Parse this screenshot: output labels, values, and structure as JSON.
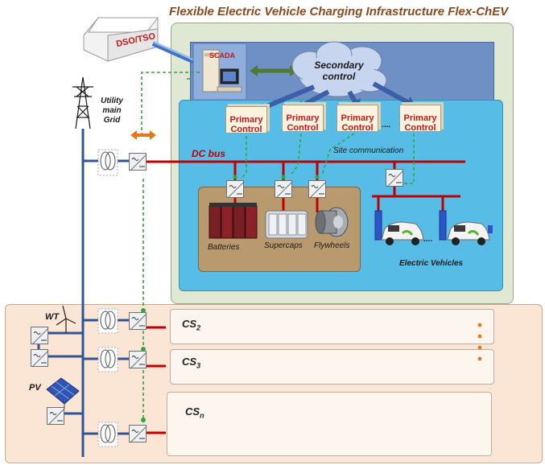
{
  "title": "Flexible Electric Vehicle Charging Infrastructure  Flex-ChEV",
  "labels": {
    "dso_tso": "DSO/TSO",
    "scada": "SCADA",
    "secondary_control": "Secondary control",
    "utility_grid": "Utility main Grid",
    "primary_control": "Primary Control",
    "dc_bus": "DC bus",
    "site_communication": "Site communication",
    "batteries": "Batteries",
    "supercaps": "Supercaps",
    "flywheels": "Flywheels",
    "electric_vehicles": "Electric Vehicles",
    "wt": "WT",
    "pv": "PV",
    "ellipsis": "...."
  },
  "stations": [
    {
      "base": "CS",
      "sub": "2"
    },
    {
      "base": "CS",
      "sub": "3"
    },
    {
      "base": "CS",
      "sub": "n"
    }
  ],
  "colors": {
    "grid_line": "#2f5597",
    "dc_bus": "#c00000",
    "comm_link": "#2eaa3a",
    "outer_panel": "#dfe8d2",
    "top_band": "#6f90c4",
    "site_panel": "#58bde6",
    "storage_panel": "#b99a6e",
    "cs_panel": "#fbe6d6",
    "primary_text": "#c21a1a"
  }
}
